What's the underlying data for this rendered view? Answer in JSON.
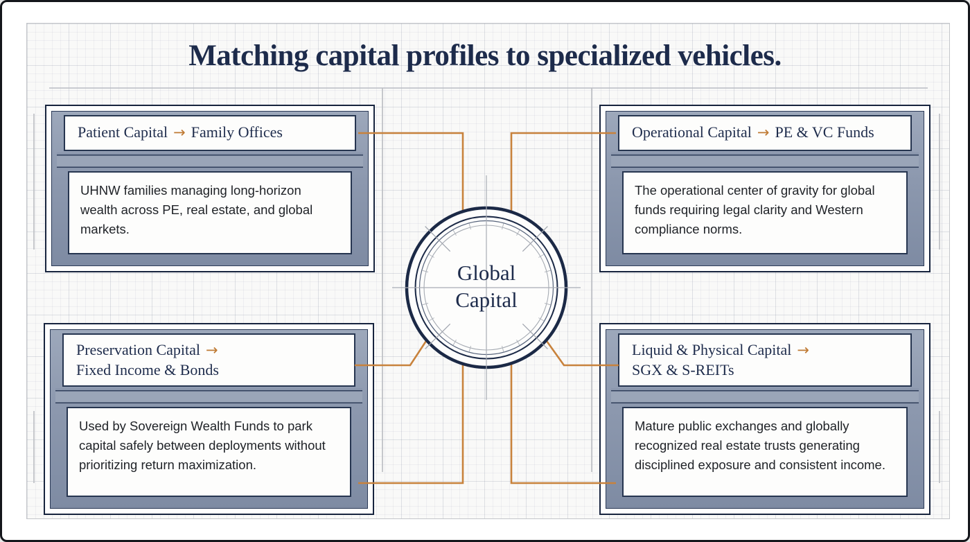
{
  "title": "Matching capital profiles to specialized vehicles.",
  "arrow_glyph": "→",
  "center": {
    "label": "Global Capital"
  },
  "cards": [
    {
      "id": "patient-capital",
      "header_before": "Patient Capital",
      "header_after": "Family Offices",
      "body": "UHNW families managing long-horizon wealth across PE, real estate, and global markets."
    },
    {
      "id": "operational-capital",
      "header_before": "Operational Capital",
      "header_after": "PE & VC Funds",
      "body": "The operational center of gravity for global funds requiring legal clarity and Western compliance norms."
    },
    {
      "id": "preservation-capital",
      "header_before": "Preservation Capital",
      "header_after": "Fixed Income & Bonds",
      "body": "Used by Sovereign Wealth Funds to park capital safely between deployments without prioritizing return maximization."
    },
    {
      "id": "liquid-physical-capital",
      "header_before": "Liquid & Physical Capital",
      "header_after": "SGX & S-REITs",
      "body": "Mature public exchanges and globally recognized real estate trusts generating disciplined exposure and consistent income."
    }
  ],
  "colors": {
    "navy": "#1d2b4b",
    "slate_frame": "#8c98ae",
    "connector_orange": "#c8823c",
    "paper": "#f9f9f8"
  }
}
